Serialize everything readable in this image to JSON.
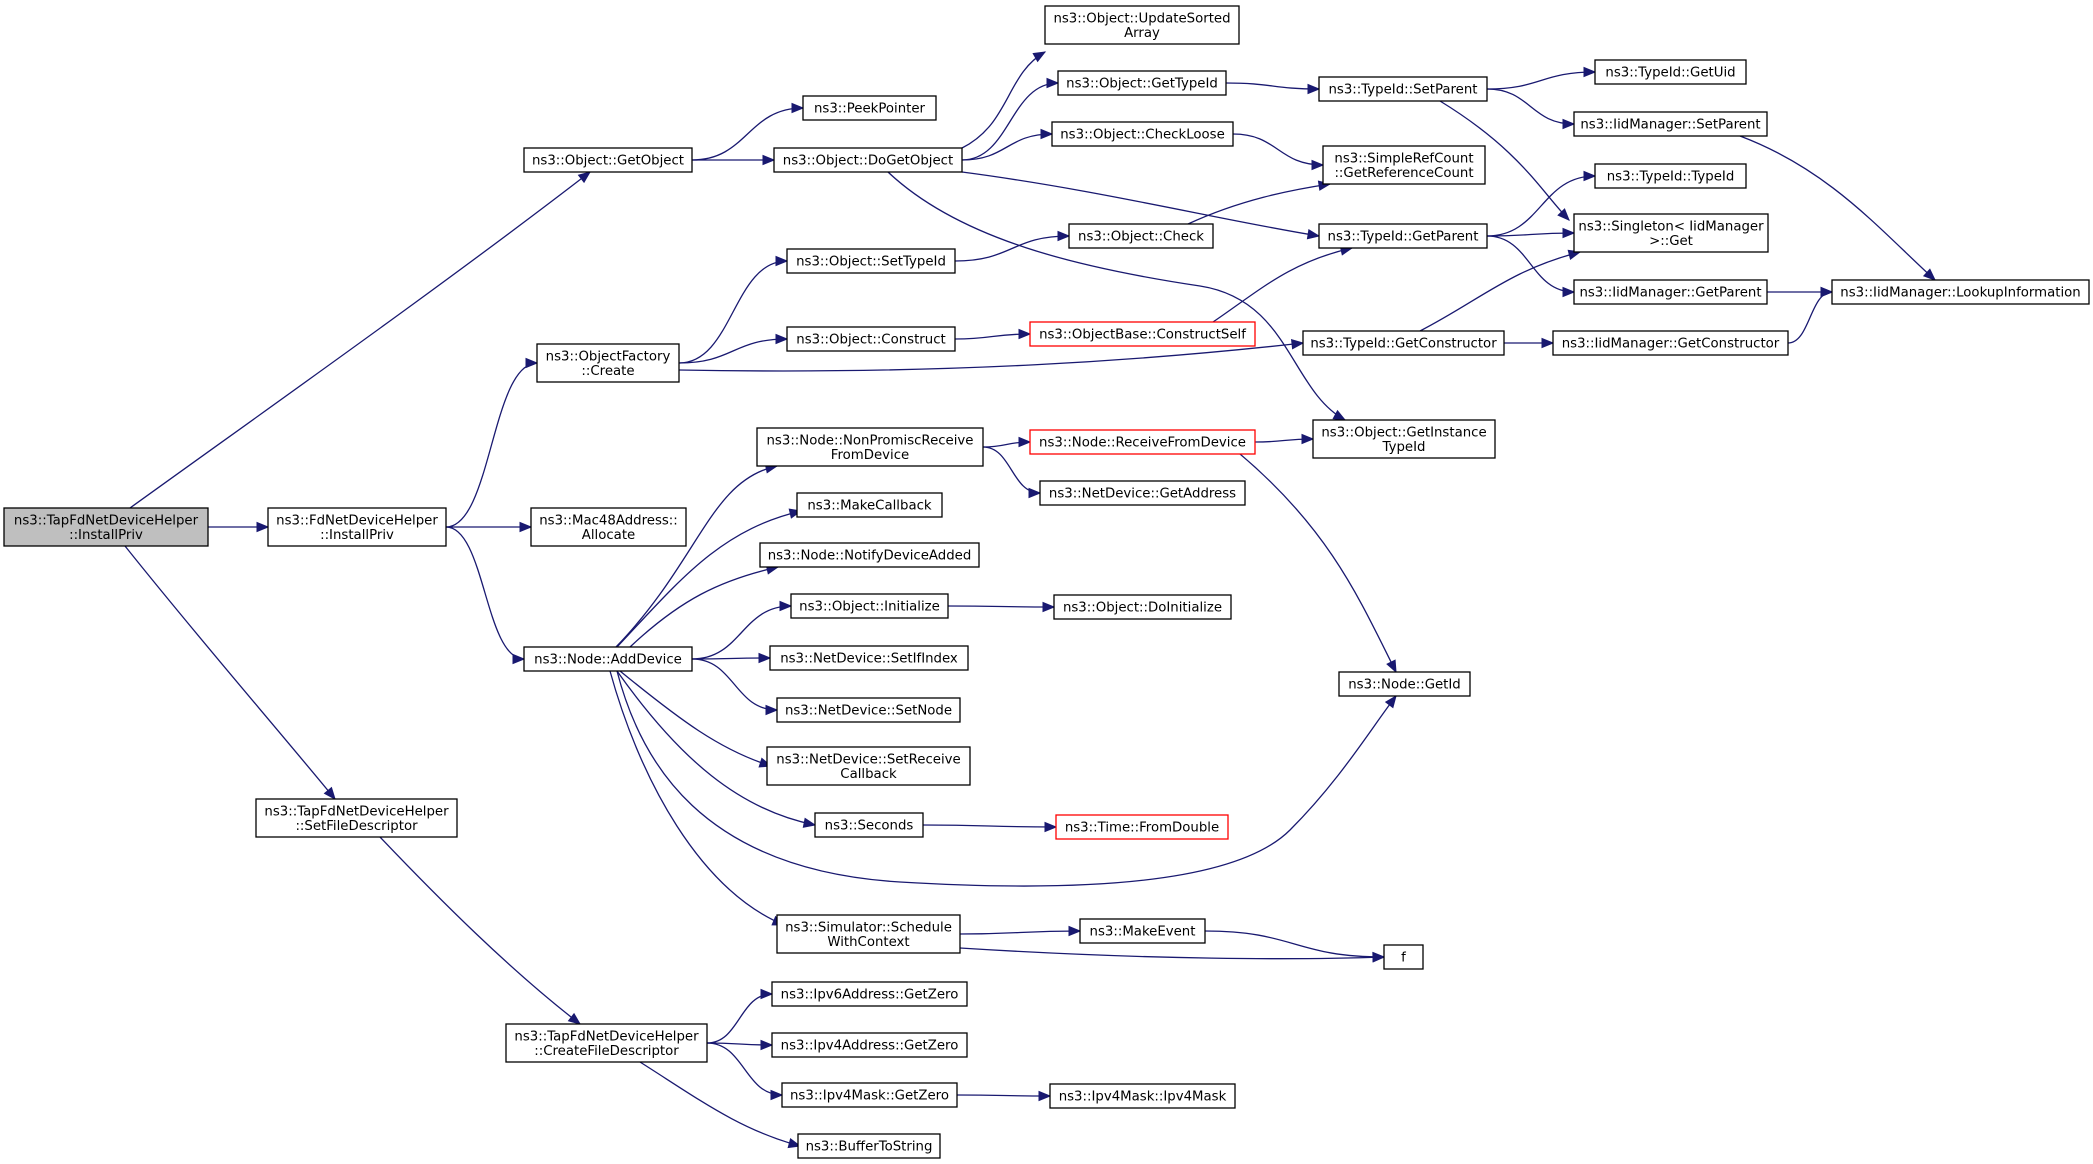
{
  "colors": {
    "edge": "#191970",
    "node_border": "#000000",
    "truncated_border": "#ff0000",
    "root_fill": "#bfbfbf"
  },
  "nodes": [
    {
      "id": "root",
      "lines": [
        "ns3::TapFdNetDeviceHelper",
        "::InstallPriv"
      ],
      "kind": "root"
    },
    {
      "id": "getobject",
      "lines": [
        "ns3::Object::GetObject"
      ]
    },
    {
      "id": "objfactory",
      "lines": [
        "ns3::ObjectFactory",
        "::Create"
      ]
    },
    {
      "id": "fdinstall",
      "lines": [
        "ns3::FdNetDeviceHelper",
        "::InstallPriv"
      ]
    },
    {
      "id": "mac48",
      "lines": [
        "ns3::Mac48Address::",
        "Allocate"
      ]
    },
    {
      "id": "adddevice",
      "lines": [
        "ns3::Node::AddDevice"
      ]
    },
    {
      "id": "setfd",
      "lines": [
        "ns3::TapFdNetDeviceHelper",
        "::SetFileDescriptor"
      ]
    },
    {
      "id": "createfd",
      "lines": [
        "ns3::TapFdNetDeviceHelper",
        "::CreateFileDescriptor"
      ]
    },
    {
      "id": "peek",
      "lines": [
        "ns3::PeekPointer"
      ]
    },
    {
      "id": "dogetobj",
      "lines": [
        "ns3::Object::DoGetObject"
      ]
    },
    {
      "id": "settypeid",
      "lines": [
        "ns3::Object::SetTypeId"
      ]
    },
    {
      "id": "construct",
      "lines": [
        "ns3::Object::Construct"
      ]
    },
    {
      "id": "nonpromisc",
      "lines": [
        "ns3::Node::NonPromiscReceive",
        "FromDevice"
      ]
    },
    {
      "id": "makecb",
      "lines": [
        "ns3::MakeCallback"
      ]
    },
    {
      "id": "notifyadded",
      "lines": [
        "ns3::Node::NotifyDeviceAdded"
      ]
    },
    {
      "id": "initialize",
      "lines": [
        "ns3::Object::Initialize"
      ]
    },
    {
      "id": "setifindex",
      "lines": [
        "ns3::NetDevice::SetIfIndex"
      ]
    },
    {
      "id": "setnode",
      "lines": [
        "ns3::NetDevice::SetNode"
      ]
    },
    {
      "id": "setrecvcb",
      "lines": [
        "ns3::NetDevice::SetReceive",
        "Callback"
      ]
    },
    {
      "id": "seconds",
      "lines": [
        "ns3::Seconds"
      ]
    },
    {
      "id": "schedule",
      "lines": [
        "ns3::Simulator::Schedule",
        "WithContext"
      ]
    },
    {
      "id": "ipv6zero",
      "lines": [
        "ns3::Ipv6Address::GetZero"
      ]
    },
    {
      "id": "ipv4zero",
      "lines": [
        "ns3::Ipv4Address::GetZero"
      ]
    },
    {
      "id": "maskzero",
      "lines": [
        "ns3::Ipv4Mask::GetZero"
      ]
    },
    {
      "id": "buf2str",
      "lines": [
        "ns3::BufferToString"
      ]
    },
    {
      "id": "updsorted",
      "lines": [
        "ns3::Object::UpdateSorted",
        "Array"
      ]
    },
    {
      "id": "gettypeid",
      "lines": [
        "ns3::Object::GetTypeId"
      ]
    },
    {
      "id": "checkloose",
      "lines": [
        "ns3::Object::CheckLoose"
      ]
    },
    {
      "id": "check",
      "lines": [
        "ns3::Object::Check"
      ]
    },
    {
      "id": "constructself",
      "lines": [
        "ns3::ObjectBase::ConstructSelf"
      ],
      "kind": "trunc"
    },
    {
      "id": "recvfromdev",
      "lines": [
        "ns3::Node::ReceiveFromDevice"
      ],
      "kind": "trunc"
    },
    {
      "id": "getaddress",
      "lines": [
        "ns3::NetDevice::GetAddress"
      ]
    },
    {
      "id": "doinit",
      "lines": [
        "ns3::Object::DoInitialize"
      ]
    },
    {
      "id": "fromdouble",
      "lines": [
        "ns3::Time::FromDouble"
      ],
      "kind": "trunc"
    },
    {
      "id": "makeevent",
      "lines": [
        "ns3::MakeEvent"
      ]
    },
    {
      "id": "maskipv4",
      "lines": [
        "ns3::Ipv4Mask::Ipv4Mask"
      ]
    },
    {
      "id": "setparent",
      "lines": [
        "ns3::TypeId::SetParent"
      ]
    },
    {
      "id": "simplerefcount",
      "lines": [
        "ns3::SimpleRefCount",
        "::GetReferenceCount"
      ]
    },
    {
      "id": "getparent",
      "lines": [
        "ns3::TypeId::GetParent"
      ]
    },
    {
      "id": "getconstructor",
      "lines": [
        "ns3::TypeId::GetConstructor"
      ]
    },
    {
      "id": "getinstance",
      "lines": [
        "ns3::Object::GetInstance",
        "TypeId"
      ]
    },
    {
      "id": "getid",
      "lines": [
        "ns3::Node::GetId"
      ]
    },
    {
      "id": "f",
      "lines": [
        "f"
      ]
    },
    {
      "id": "getuid",
      "lines": [
        "ns3::TypeId::GetUid"
      ]
    },
    {
      "id": "iidsetparent",
      "lines": [
        "ns3::IidManager::SetParent"
      ]
    },
    {
      "id": "typeidctor",
      "lines": [
        "ns3::TypeId::TypeId"
      ]
    },
    {
      "id": "singleton",
      "lines": [
        "ns3::Singleton< IidManager",
        ">::Get"
      ]
    },
    {
      "id": "iidgetparent",
      "lines": [
        "ns3::IidManager::GetParent"
      ]
    },
    {
      "id": "iidgetctor",
      "lines": [
        "ns3::IidManager::GetConstructor"
      ]
    },
    {
      "id": "lookupinfo",
      "lines": [
        "ns3::IidManager::LookupInformation"
      ]
    }
  ],
  "edges": [
    [
      "root",
      "getobject"
    ],
    [
      "root",
      "fdinstall"
    ],
    [
      "root",
      "setfd"
    ],
    [
      "getobject",
      "peek"
    ],
    [
      "getobject",
      "dogetobj"
    ],
    [
      "objfactory",
      "settypeid"
    ],
    [
      "objfactory",
      "construct"
    ],
    [
      "objfactory",
      "getconstructor"
    ],
    [
      "fdinstall",
      "objfactory"
    ],
    [
      "fdinstall",
      "mac48"
    ],
    [
      "fdinstall",
      "adddevice"
    ],
    [
      "adddevice",
      "nonpromisc"
    ],
    [
      "adddevice",
      "makecb"
    ],
    [
      "adddevice",
      "notifyadded"
    ],
    [
      "adddevice",
      "initialize"
    ],
    [
      "adddevice",
      "setifindex"
    ],
    [
      "adddevice",
      "setnode"
    ],
    [
      "adddevice",
      "setrecvcb"
    ],
    [
      "adddevice",
      "seconds"
    ],
    [
      "adddevice",
      "schedule"
    ],
    [
      "adddevice",
      "getid"
    ],
    [
      "setfd",
      "createfd"
    ],
    [
      "createfd",
      "ipv6zero"
    ],
    [
      "createfd",
      "ipv4zero"
    ],
    [
      "createfd",
      "maskzero"
    ],
    [
      "createfd",
      "buf2str"
    ],
    [
      "dogetobj",
      "updsorted"
    ],
    [
      "dogetobj",
      "gettypeid"
    ],
    [
      "dogetobj",
      "checkloose"
    ],
    [
      "dogetobj",
      "getparent"
    ],
    [
      "dogetobj",
      "getinstance"
    ],
    [
      "settypeid",
      "check"
    ],
    [
      "construct",
      "constructself"
    ],
    [
      "nonpromisc",
      "recvfromdev"
    ],
    [
      "nonpromisc",
      "getaddress"
    ],
    [
      "initialize",
      "doinit"
    ],
    [
      "seconds",
      "fromdouble"
    ],
    [
      "schedule",
      "makeevent"
    ],
    [
      "schedule",
      "f"
    ],
    [
      "makeevent",
      "f"
    ],
    [
      "maskzero",
      "maskipv4"
    ],
    [
      "gettypeid",
      "setparent"
    ],
    [
      "checkloose",
      "simplerefcount"
    ],
    [
      "check",
      "simplerefcount"
    ],
    [
      "constructself",
      "getparent"
    ],
    [
      "recvfromdev",
      "getinstance"
    ],
    [
      "recvfromdev",
      "getid"
    ],
    [
      "setparent",
      "getuid"
    ],
    [
      "setparent",
      "iidsetparent"
    ],
    [
      "setparent",
      "singleton"
    ],
    [
      "getparent",
      "typeidctor"
    ],
    [
      "getparent",
      "singleton"
    ],
    [
      "getparent",
      "iidgetparent"
    ],
    [
      "getconstructor",
      "singleton"
    ],
    [
      "getconstructor",
      "iidgetctor"
    ],
    [
      "iidsetparent",
      "lookupinfo"
    ],
    [
      "iidgetparent",
      "lookupinfo"
    ],
    [
      "iidgetctor",
      "lookupinfo"
    ]
  ]
}
